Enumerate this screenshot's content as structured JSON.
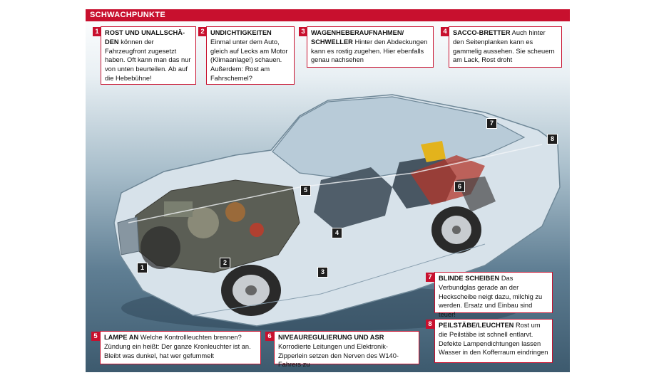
{
  "header": {
    "title": "SCHWACHPUNKTE"
  },
  "boxes": [
    {
      "num": "1",
      "title": "ROST UND UNALLSCHÄ-DEN",
      "text": " können der Fahrzeugfront zugesetzt haben. Oft kann man das nur von unten beurteilen. Ab auf die Hebebühne!"
    },
    {
      "num": "2",
      "title": "UNDICHTIGKEITEN",
      "text": " Einmal unter dem Auto, gleich auf Lecks am Motor (Klimaanlage!) schauen. Außerdem: Rost am Fahrschemel?"
    },
    {
      "num": "3",
      "title": "WAGENHEBERAUFNAHMEN/ SCHWELLER",
      "text": " Hinter den Abdeckungen kann es rostig zugehen. Hier ebenfalls genau nachsehen"
    },
    {
      "num": "4",
      "title": "SACCO-BRETTER",
      "text": " Auch hinter den Seitenplanken kann es gammelig aussehen. Sie scheuern am Lack, Rost droht"
    },
    {
      "num": "5",
      "title": "LAMPE AN",
      "text": " Welche Kontrollleuchten brennen? Zündung ein heißt: Der ganze Kronleuchter ist an. Bleibt was dunkel, hat wer gefummelt"
    },
    {
      "num": "6",
      "title": "NIVEAUREGULIERUNG UND ASR",
      "text": " Korrodierte Leitungen und Elektronik-Zipperlein setzen den Nerven des W140-Fahrers zu"
    },
    {
      "num": "7",
      "title": "BLINDE SCHEIBEN",
      "text": " Das Verbundglas gerade an der Heckscheibe neigt dazu, milchig zu werden. Ersatz und Einbau sind teuer!"
    },
    {
      "num": "8",
      "title": "PEILSTÄBE/LEUCHTEN",
      "text": " Rost um die Peilstäbe ist schnell entlarvt. Defekte Lampendichtungen lassen Wasser in den Kofferraum eindringen"
    }
  ],
  "markers": [
    "1",
    "2",
    "3",
    "4",
    "5",
    "6",
    "7",
    "8"
  ]
}
